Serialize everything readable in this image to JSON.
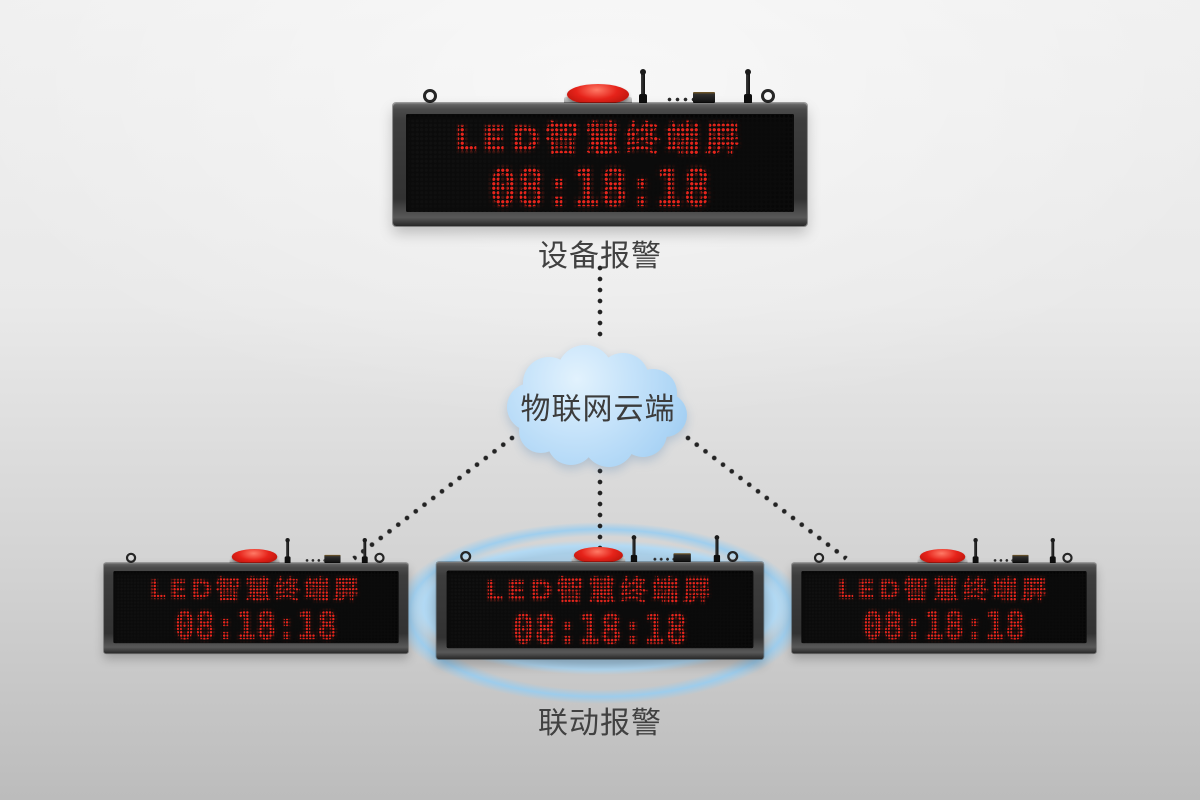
{
  "scene": {
    "top_section": {
      "device": {
        "line1": "LED智慧终端屏",
        "time": "08:18:18"
      },
      "label": "设备报警"
    },
    "cloud": {
      "label": "物联网云端"
    },
    "bottom_section": {
      "devices": [
        {
          "line1": "LED智慧终端屏",
          "time": "08:18:18",
          "highlighted": false
        },
        {
          "line1": "LED智慧终端屏",
          "time": "08:18:18",
          "highlighted": true
        },
        {
          "line1": "LED智慧终端屏",
          "time": "08:18:18",
          "highlighted": false
        }
      ],
      "label": "联动报警"
    },
    "device_hardware_icons": [
      "hanging-ring",
      "alarm-beacon",
      "antenna",
      "vent-dots",
      "connector-box"
    ],
    "colors": {
      "led_red": "#e8251c",
      "frame_gray": "#3a3a3a",
      "screen_black": "#0b0b0b",
      "cloud_blue": "#abd4f5",
      "glow_blue": "#96cbf2",
      "label_gray": "#414141",
      "dotline_dark": "#232323",
      "background_top": "#f0f0f0",
      "background_bottom": "#bcbcbc"
    }
  }
}
